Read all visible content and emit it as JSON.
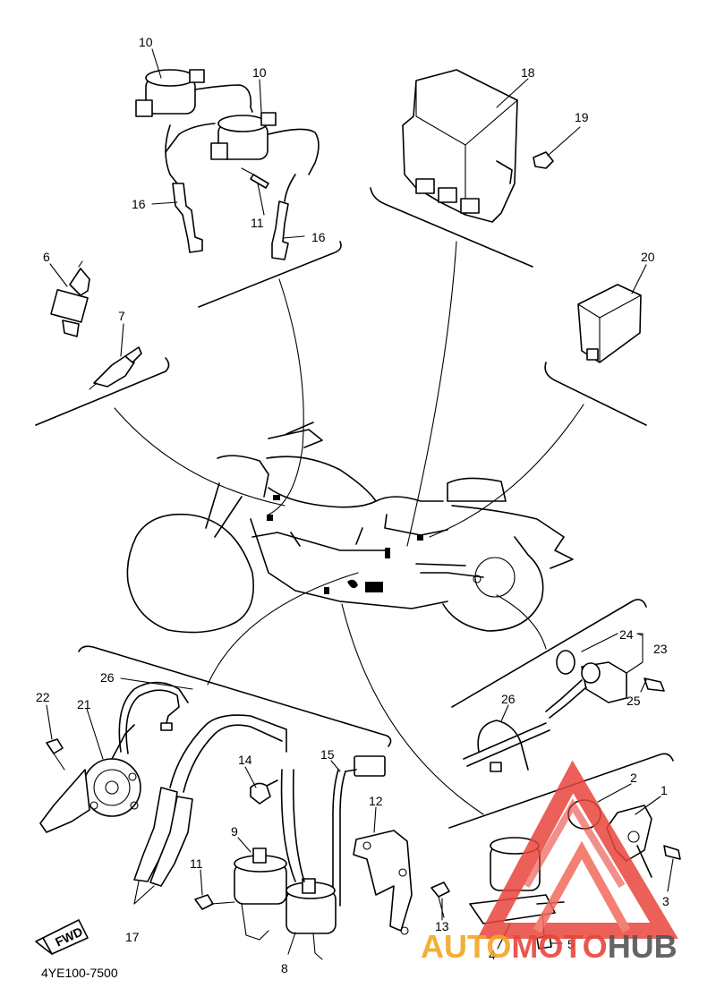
{
  "diagram_code": "4YE100-7500",
  "fwd_label": "FWD",
  "watermark": {
    "word_1": "AUTO",
    "word_2": "MOTO",
    "word_3": "HUB",
    "color_1": "#f5a623",
    "color_2": "#e8453c",
    "color_3": "#555555"
  },
  "callouts": [
    {
      "id": "c-10a",
      "text": "10"
    },
    {
      "id": "c-10b",
      "text": "10"
    },
    {
      "id": "c-16a",
      "text": "16"
    },
    {
      "id": "c-11a",
      "text": "11"
    },
    {
      "id": "c-16b",
      "text": "16"
    },
    {
      "id": "c-18",
      "text": "18"
    },
    {
      "id": "c-19",
      "text": "19"
    },
    {
      "id": "c-6",
      "text": "6"
    },
    {
      "id": "c-7",
      "text": "7"
    },
    {
      "id": "c-20",
      "text": "20"
    },
    {
      "id": "c-26a",
      "text": "26"
    },
    {
      "id": "c-22",
      "text": "22"
    },
    {
      "id": "c-21",
      "text": "21"
    },
    {
      "id": "c-14",
      "text": "14"
    },
    {
      "id": "c-15",
      "text": "15"
    },
    {
      "id": "c-12",
      "text": "12"
    },
    {
      "id": "c-9",
      "text": "9"
    },
    {
      "id": "c-11b",
      "text": "11"
    },
    {
      "id": "c-17",
      "text": "17"
    },
    {
      "id": "c-8",
      "text": "8"
    },
    {
      "id": "c-13",
      "text": "13"
    },
    {
      "id": "c-24",
      "text": "24"
    },
    {
      "id": "c-23",
      "text": "23"
    },
    {
      "id": "c-25",
      "text": "25"
    },
    {
      "id": "c-26b",
      "text": "26"
    },
    {
      "id": "c-2",
      "text": "2"
    },
    {
      "id": "c-1",
      "text": "1"
    },
    {
      "id": "c-3",
      "text": "3"
    },
    {
      "id": "c-4",
      "text": "4"
    },
    {
      "id": "c-5",
      "text": "5"
    }
  ]
}
